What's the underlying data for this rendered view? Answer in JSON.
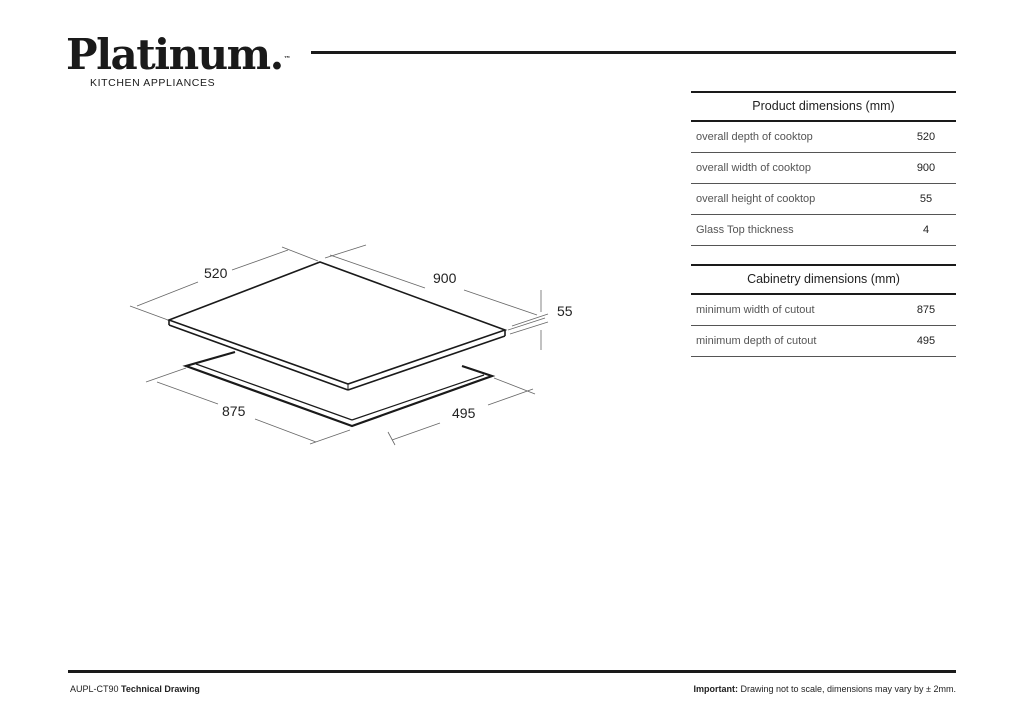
{
  "brand": {
    "name": "Platinum.",
    "trademark": "™",
    "tagline": "KITCHEN APPLIANCES"
  },
  "product_dimensions": {
    "title": "Product dimensions (mm)",
    "rows": [
      {
        "label": "overall depth of cooktop",
        "value": "520"
      },
      {
        "label": "overall width of cooktop",
        "value": "900"
      },
      {
        "label": "overall height of cooktop",
        "value": "55"
      },
      {
        "label": "Glass Top thickness",
        "value": "4"
      }
    ]
  },
  "cabinetry_dimensions": {
    "title": "Cabinetry dimensions (mm)",
    "rows": [
      {
        "label": "minimum width of cutout",
        "value": "875"
      },
      {
        "label": "minimum depth of cutout",
        "value": "495"
      }
    ]
  },
  "drawing_labels": {
    "depth": "520",
    "width": "900",
    "height": "55",
    "cutout_width": "875",
    "cutout_depth": "495"
  },
  "footer": {
    "model": "AUPL-CT90",
    "doc_type": "Technical Drawing",
    "important_label": "Important:",
    "important_text": "Drawing not to scale, dimensions may vary by ± 2mm."
  }
}
